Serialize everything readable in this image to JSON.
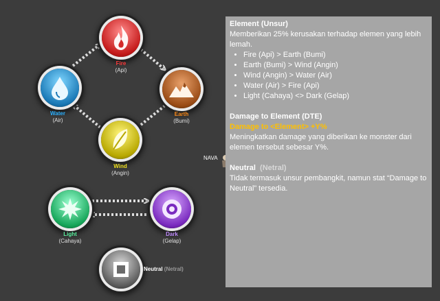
{
  "elements": {
    "fire": {
      "name": "Fire",
      "local": "(Api)",
      "color": "#ff3b3b"
    },
    "earth": {
      "name": "Earth",
      "local": "(Bumi)",
      "color": "#ff8c1a"
    },
    "water": {
      "name": "Water",
      "local": "(Air)",
      "color": "#2ab0ff"
    },
    "wind": {
      "name": "Wind",
      "local": "(Angin)",
      "color": "#f0e020"
    },
    "light": {
      "name": "Light",
      "local": "(Cahaya)",
      "color": "#5cf0a0"
    },
    "dark": {
      "name": "Dark",
      "local": "(Gelap)",
      "color": "#c08cff"
    },
    "neutral": {
      "name": "Neutral",
      "local": "(Netral)",
      "color": "#ffffff"
    }
  },
  "watermark": "NAVA",
  "panel": {
    "element_title": "Element (Unsur)",
    "element_desc": "Memberikan 25% kerusakan terhadap elemen yang lebih lemah.",
    "rules": [
      "Fire (Api) > Earth (Bumi)",
      "Earth (Bumi) > Wind (Angin)",
      "Wind (Angin) > Water (Air)",
      "Water (Air) > Fire (Api)",
      "Light (Cahaya) <> Dark (Gelap)"
    ],
    "dte_title": "Damage to Element (DTE)",
    "dte_formula": "Damage to <Element> +Y%",
    "dte_desc": "Meningkatkan damage yang diberikan ke monster dari elemen tersebut sebesar Y%.",
    "neutral_title": "Neutral",
    "neutral_local": "(Netral)",
    "neutral_desc": "Tidak termasuk unsur pembangkit, namun stat “Damage to Neutral” tersedia."
  }
}
